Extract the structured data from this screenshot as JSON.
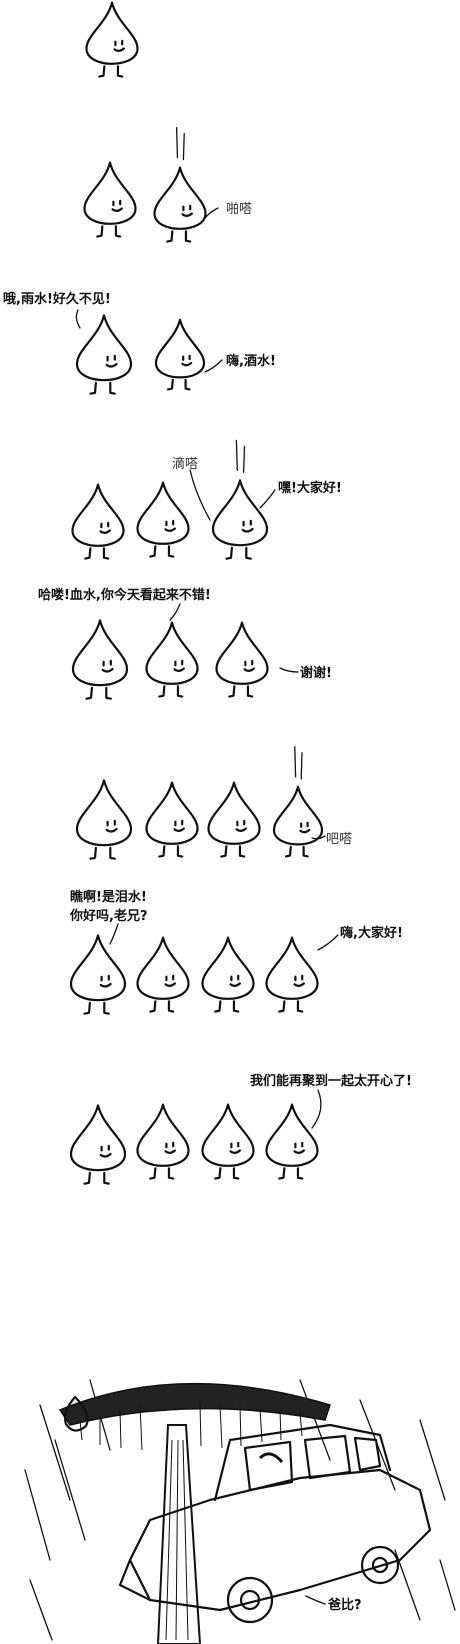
{
  "panels": [
    {
      "id": 1,
      "lines": []
    },
    {
      "id": 2,
      "lines": [
        "啪嗒"
      ]
    },
    {
      "id": 3,
      "lines": [
        "哦,雨水!好久不见!",
        "嗨,酒水!"
      ]
    },
    {
      "id": 4,
      "lines": [
        "滴嗒",
        "嘿!大家好!"
      ]
    },
    {
      "id": 5,
      "lines": [
        "哈喽!血水,你今天看起来不错!",
        "谢谢!"
      ]
    },
    {
      "id": 6,
      "lines": [
        "吧嗒"
      ]
    },
    {
      "id": 7,
      "lines": [
        "瞧啊!是泪水!",
        "你好吗,老兄?",
        "嗨,大家好!"
      ]
    },
    {
      "id": 8,
      "lines": [
        "我们能再聚到一起太开心了!"
      ]
    },
    {
      "id": 9,
      "lines": [
        "爸比?"
      ]
    }
  ]
}
